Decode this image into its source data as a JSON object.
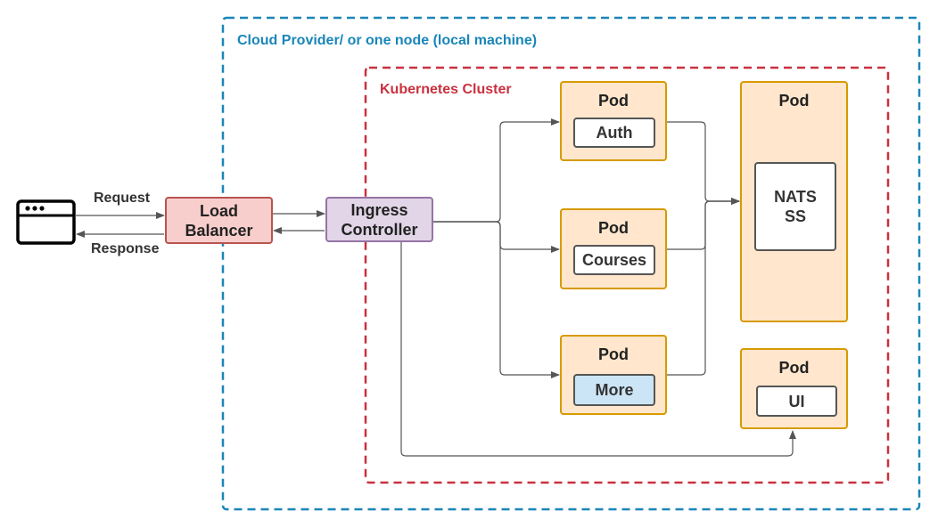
{
  "colors": {
    "cloud_border": "#1a86b8",
    "k8s_border": "#c9313f",
    "lb_fill": "#f8cecc",
    "lb_border": "#b85450",
    "ingress_fill": "#e1d5e7",
    "ingress_border": "#9673a6",
    "pod_fill": "#ffe6cc",
    "pod_border": "#d79b00",
    "more_fill": "#cce5f6"
  },
  "groups": {
    "cloud": "Cloud Provider/ or one node (local machine)",
    "k8s": "Kubernetes Cluster"
  },
  "client": {
    "icon": "browser-window-icon"
  },
  "edges": {
    "request": "Request",
    "response": "Response"
  },
  "nodes": {
    "load_balancer": "Load\nBalancer",
    "ingress": "Ingress\nController"
  },
  "pods": {
    "auth": {
      "title": "Pod",
      "service": "Auth"
    },
    "courses": {
      "title": "Pod",
      "service": "Courses"
    },
    "more": {
      "title": "Pod",
      "service": "More"
    },
    "nats": {
      "title": "Pod",
      "service": "NATS\nSS"
    },
    "ui": {
      "title": "Pod",
      "service": "UI"
    }
  }
}
